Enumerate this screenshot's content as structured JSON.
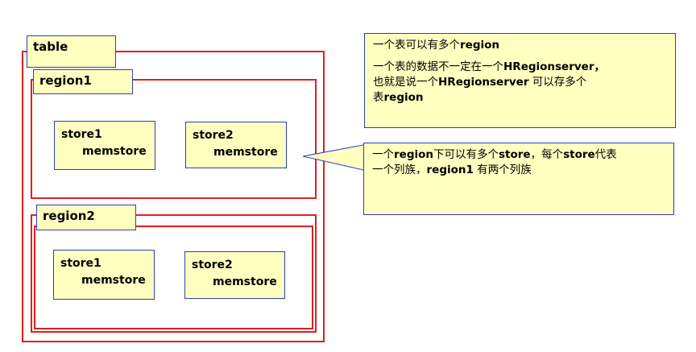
{
  "colors": {
    "region_border": "#e02020",
    "box_fill": "#ffffc0",
    "box_border": "#2d3fbf"
  },
  "table": {
    "label": "table"
  },
  "regions": [
    {
      "label": "region1",
      "stores": [
        {
          "name": "store1",
          "sub": "memstore"
        },
        {
          "name": "store2",
          "sub": "memstore"
        }
      ]
    },
    {
      "label": "region2",
      "stores": [
        {
          "name": "store1",
          "sub": "memstore"
        },
        {
          "name": "store2",
          "sub": "memstore"
        }
      ]
    }
  ],
  "notes": {
    "note1": {
      "line1_a": "一个表可以有多个",
      "line1_b": "region",
      "line2_a": "一个表的数据不一定在一个",
      "line2_b": "HRegionserver",
      "line2_c": "，",
      "line3_a": "也就是说一个",
      "line3_b": "HRegionserver",
      "line3_c": " 可以存多个",
      "line4_a": "表",
      "line4_b": "region"
    },
    "note2": {
      "line1_a": "一个",
      "line1_b": "region",
      "line1_c": "下可以有多个",
      "line1_d": "store",
      "line1_e": "，每个",
      "line1_f": "store",
      "line1_g": "代表",
      "line2_a": "一个列族，",
      "line2_b": "region1",
      "line2_c": " 有两个列族"
    }
  }
}
